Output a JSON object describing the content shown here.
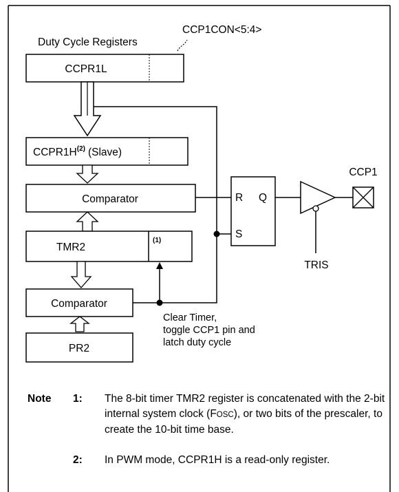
{
  "header": {
    "duty_cycle_label": "Duty Cycle Registers",
    "ccp1con_label": "CCP1CON<5:4>"
  },
  "blocks": {
    "ccpr1l": "CCPR1L",
    "ccpr1h_main": "CCPR1H",
    "ccpr1h_sup": "(2)",
    "ccpr1h_suffix": "(Slave)",
    "comparator_top": "Comparator",
    "tmr2": "TMR2",
    "tmr2_note": "(1)",
    "comparator_bottom": "Comparator",
    "pr2": "PR2"
  },
  "latch": {
    "r": "R",
    "q": "Q",
    "s": "S"
  },
  "output": {
    "ccp1": "CCP1",
    "tris": "TRIS"
  },
  "clear_timer": {
    "line1": "Clear Timer,",
    "line2": "toggle CCP1 pin and",
    "line3": "latch duty cycle"
  },
  "notes": {
    "label": "Note",
    "items": [
      {
        "num": "1:",
        "text_a": "The 8-bit timer TMR2 register is concatenated with the 2-bit internal system clock (F",
        "text_sc": "OSC",
        "text_b": "), or two bits of the prescaler, to create the 10-bit time base."
      },
      {
        "num": "2:",
        "text": "In PWM mode, CCPR1H is a read-only register."
      }
    ]
  }
}
